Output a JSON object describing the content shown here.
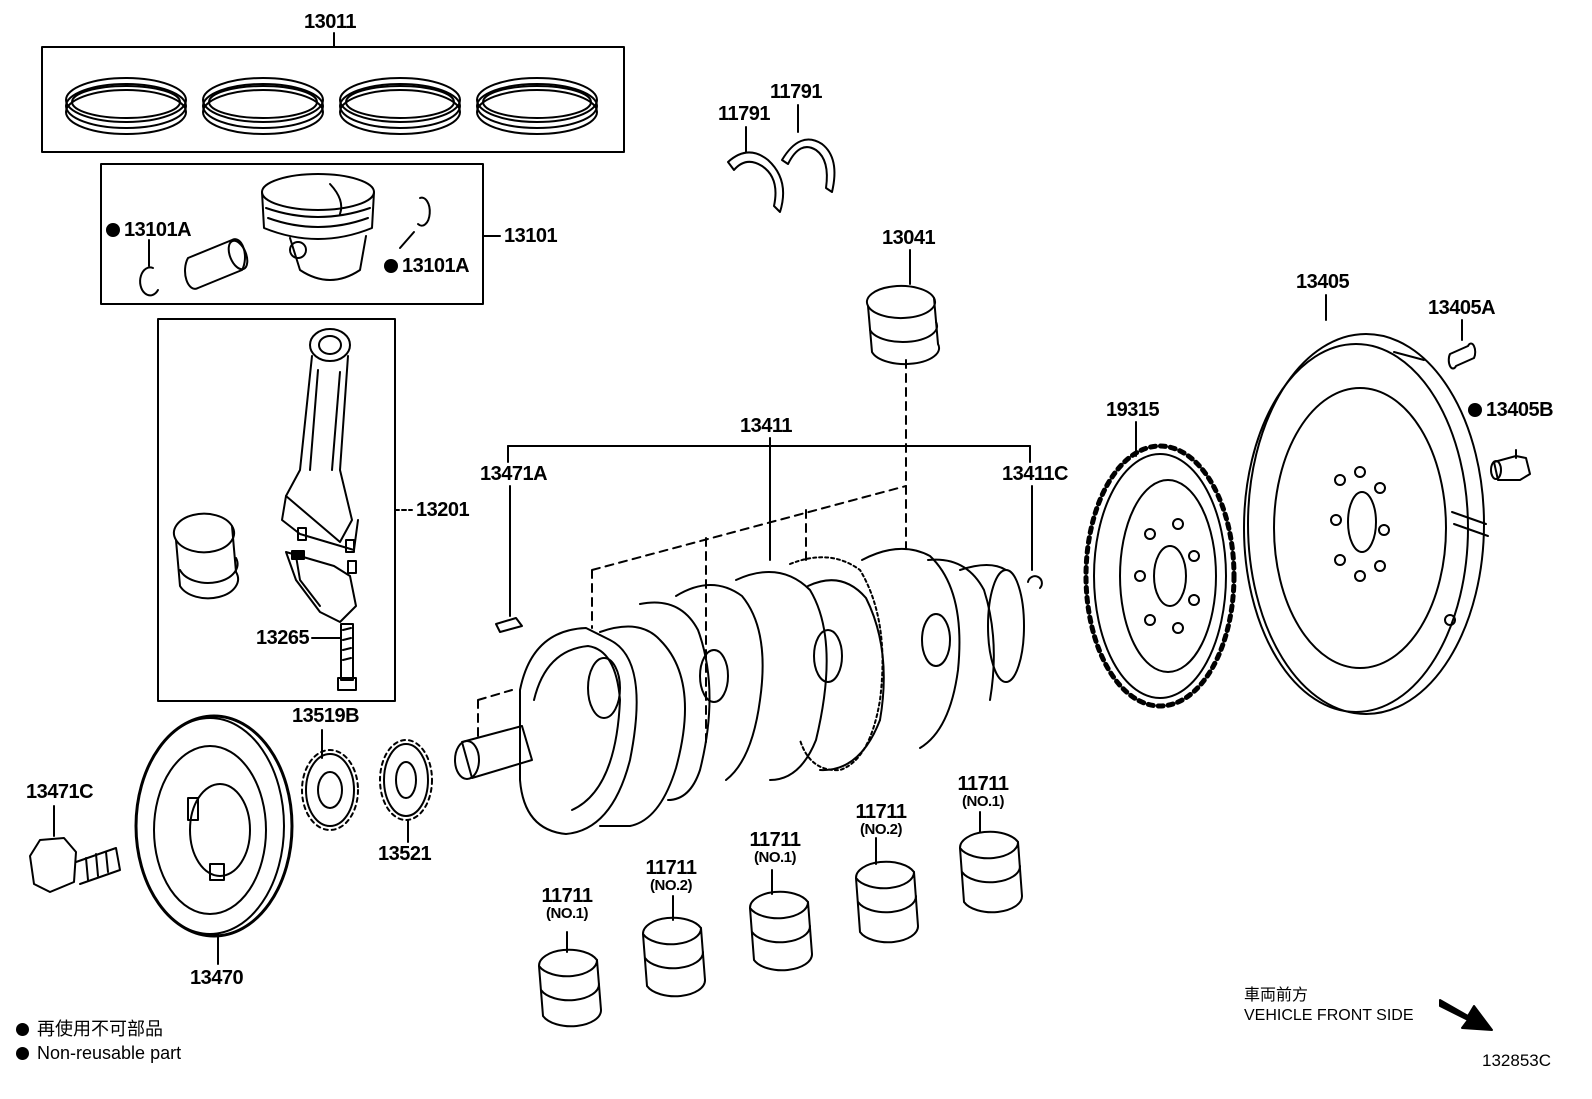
{
  "diagram": {
    "drawing_number": "132853C",
    "labels": {
      "p13011": "13011",
      "p13101": "13101",
      "p13101A_left": "13101A",
      "p13101A_right": "13101A",
      "p13201": "13201",
      "p13265": "13265",
      "p11791_a": "11791",
      "p11791_b": "11791",
      "p13041": "13041",
      "p13411": "13411",
      "p13471A": "13471A",
      "p13411C": "13411C",
      "p19315": "19315",
      "p13405": "13405",
      "p13405A": "13405A",
      "p13405B": "13405B",
      "p13519B": "13519B",
      "p13521": "13521",
      "p13471C": "13471C",
      "p13470": "13470",
      "b1": {
        "num": "11711",
        "sub": "(NO.1)"
      },
      "b2": {
        "num": "11711",
        "sub": "(NO.2)"
      },
      "b3": {
        "num": "11711",
        "sub": "(NO.1)"
      },
      "b4": {
        "num": "11711",
        "sub": "(NO.2)"
      },
      "b5": {
        "num": "11711",
        "sub": "(NO.1)"
      }
    }
  },
  "legend": {
    "japanese": "再使用不可部品",
    "english": "Non-reusable part"
  },
  "front": {
    "japanese": "車両前方",
    "english": "VEHICLE FRONT SIDE"
  }
}
